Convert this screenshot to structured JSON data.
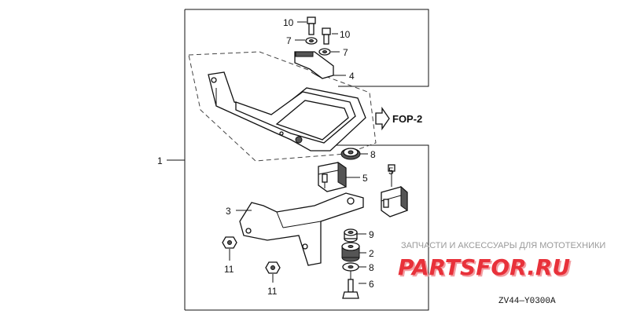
{
  "diagram": {
    "callouts": {
      "bolt_10_upper": "10",
      "bolt_10_right": "10",
      "washer_7_left": "7",
      "washer_7_right": "7",
      "bracket_4": "4",
      "assembly_1": "1",
      "washer_8_upper": "8",
      "mount_5_left": "5",
      "mount_5_right": "5",
      "bracket_3": "3",
      "collar_9": "9",
      "rubber_2": "2",
      "washer_8_lower": "8",
      "bolt_6": "6",
      "nut_11_left": "11",
      "nut_11_lower": "11"
    },
    "reference": "FOP-2",
    "diagram_code": "ZV44—Y0300A"
  },
  "watermark": {
    "subtitle": "ЗАПЧАСТИ И АКСЕССУАРЫ ДЛЯ МОТОТЕХНИКИ",
    "brand": "PARTSFOR.RU",
    "brand_color": "#e8313a",
    "brand_color_faded": "#f2a0a4"
  }
}
